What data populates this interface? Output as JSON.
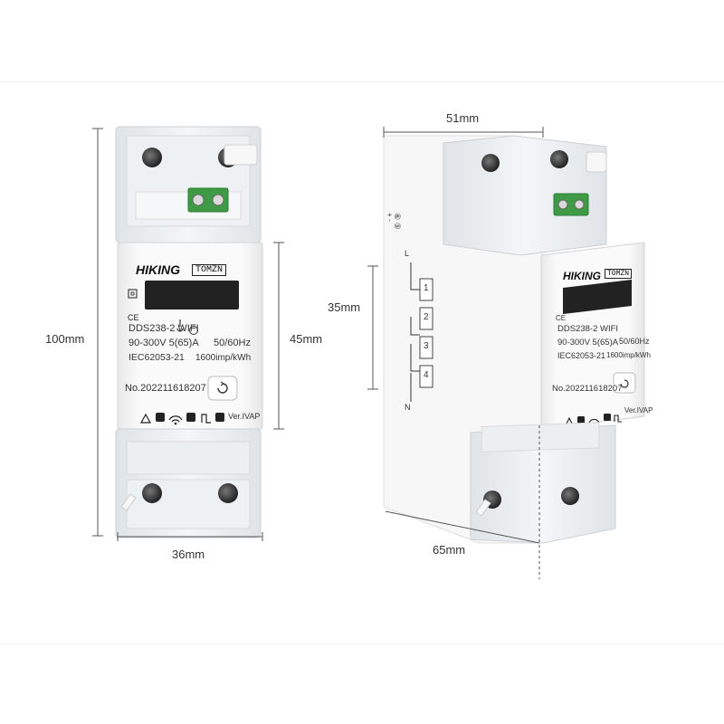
{
  "dimensions": {
    "height_total": "100mm",
    "height_body": "45mm",
    "width_front": "36mm",
    "width_side": "51mm",
    "depth": "65mm",
    "depth_mid": "35mm"
  },
  "front": {
    "brand": "HIKING",
    "brand2": "TOMZN",
    "model": "DDS238-2 WIFI",
    "spec1": "90-300V 5(65)A",
    "spec2": "50/60Hz",
    "standard": "IEC62053-21",
    "impulse": "1600imp/kWh",
    "serial": "No.202211618207",
    "version": "Ver.IVAP",
    "ce": "CE"
  },
  "side": {
    "brand": "HIKING",
    "brand2": "TOMZN",
    "model": "DDS238-2 WIFI",
    "spec1": "90-300V 5(65)A",
    "spec2": "50/60Hz",
    "standard": "IEC62053-21",
    "impulse": "1600imp/kWh",
    "serial": "No.202211618207",
    "version": "Ver.IVAP",
    "ce": "CE",
    "terminals": [
      "1",
      "2",
      "3",
      "4"
    ],
    "terminal_top": "⑥ ⑤",
    "terminal_top_sub": "+ -",
    "terminal_L": "L",
    "terminal_N": "N"
  },
  "colors": {
    "housing": "#f4f4f4",
    "cover": "#e8ecef",
    "screen": "#222222",
    "terminal_green": "#3f9a45",
    "dim_line": "#555555"
  }
}
